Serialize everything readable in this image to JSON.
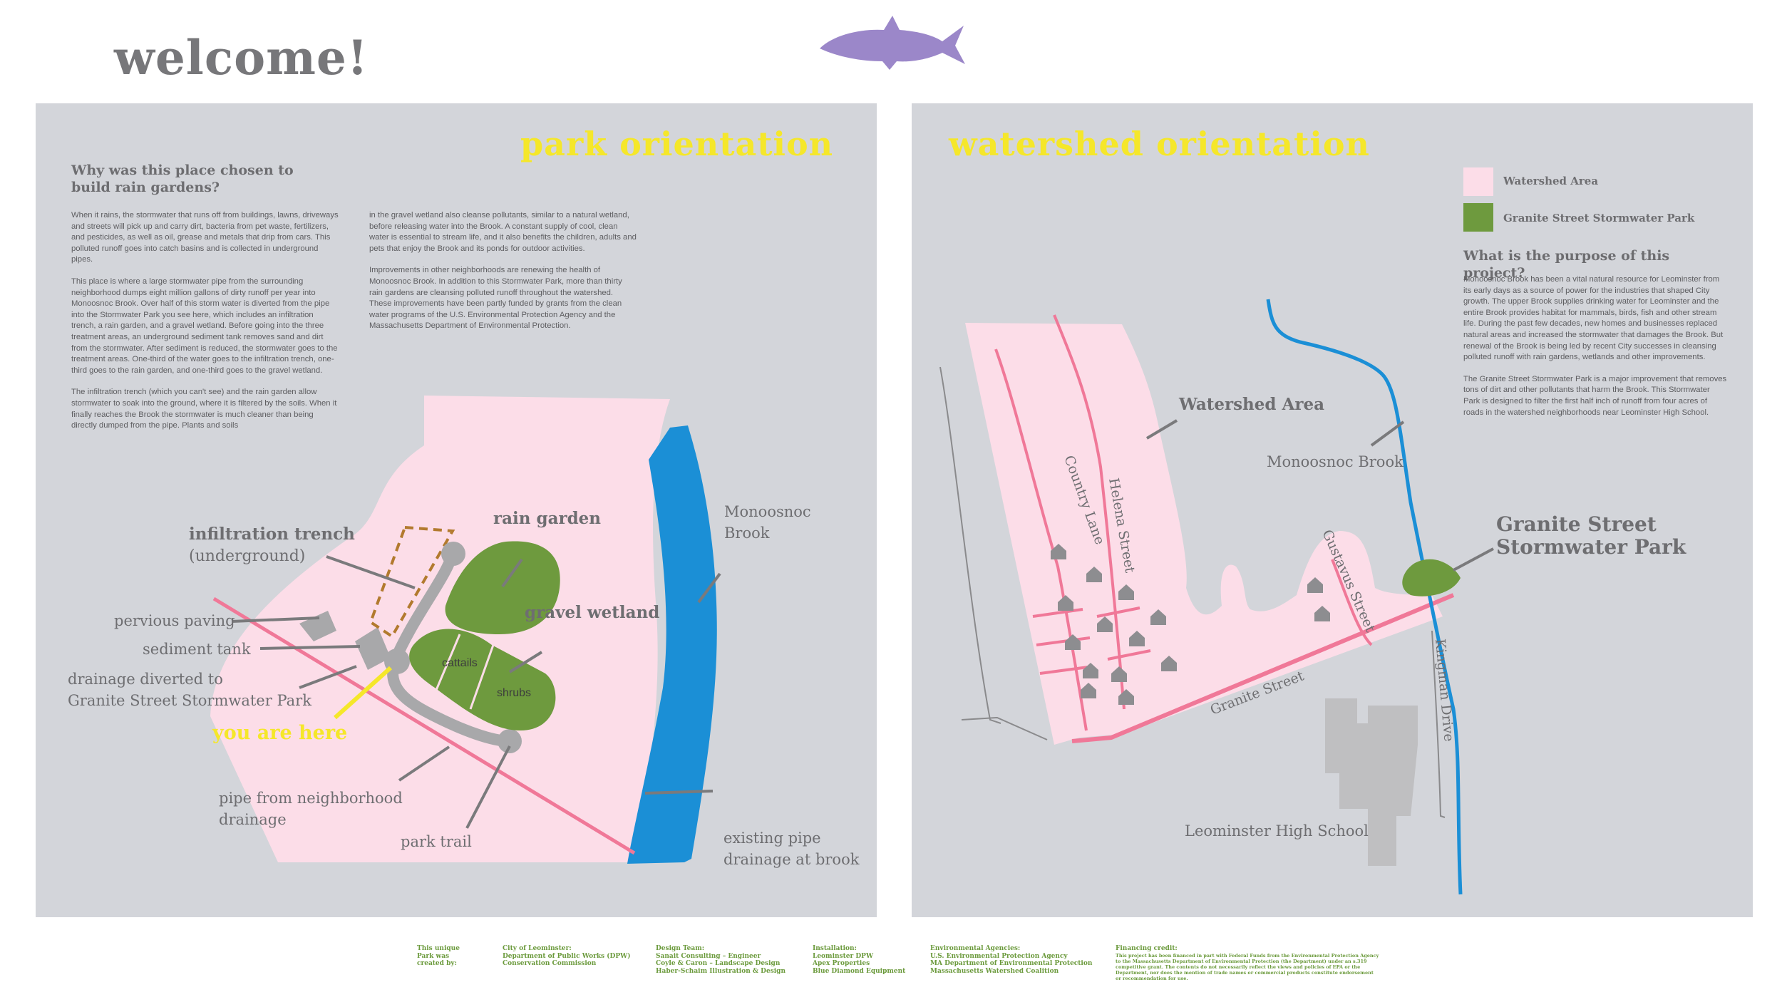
{
  "header": {
    "title": "welcome!",
    "fish_color": "#9b87c9"
  },
  "colors": {
    "panel_bg": "#d3d5da",
    "park_pink": "#fcdde8",
    "green": "#6e9a3e",
    "water_blue": "#1b8fd6",
    "pipe_pink": "#f07898",
    "gray_trail": "#9d9d9f",
    "heading_yellow": "#f5e72a",
    "credit_green": "#6b9a3c"
  },
  "park": {
    "heading": "park orientation",
    "question": "Why was this place chosen to build rain gardens?",
    "col1": [
      "When it rains, the stormwater that runs off from buildings, lawns, driveways and streets will pick up and carry dirt, bacteria from pet waste, fertilizers, and pesticides, as well as oil, grease and metals that drip from cars. This polluted runoff goes into catch basins and is collected in underground pipes.",
      "This place is where a large stormwater pipe from the surrounding neighborhood dumps eight million gallons of dirty runoff per year into Monoosnoc Brook. Over half of this storm water is diverted from the pipe into the Stormwater Park you see here, which includes an infiltration trench, a rain garden, and a gravel wetland. Before going into the three treatment areas, an underground sediment tank removes sand and dirt from the stormwater. After sediment is reduced, the stormwater goes to the treatment areas. One-third of the water goes to the infiltration trench, one-third goes to the rain garden, and one-third goes to the gravel wetland.",
      "The infiltration trench (which you can't see) and the rain garden allow stormwater to soak into the ground, where it is filtered by the soils. When it finally reaches the Brook the stormwater is much cleaner than being directly dumped from the pipe. Plants and soils"
    ],
    "col2": [
      "in the gravel wetland also cleanse pollutants, similar to a natural wetland, before releasing water into the Brook. A constant supply of cool, clean water is essential to stream life, and it also benefits the children, adults and pets that enjoy the Brook and its ponds for outdoor activities.",
      "Improvements in other neighborhoods are renewing the health of Monoosnoc Brook. In addition to this Stormwater Park, more than thirty rain gardens are cleansing polluted runoff throughout the watershed. These improvements have been partly funded by grants from the clean water programs of the U.S. Environmental Protection Agency and the Massachusetts Department of Environmental Protection."
    ],
    "labels": {
      "infiltration_trench": "infiltration trench",
      "underground": "(underground)",
      "rain_garden": "rain garden",
      "gravel_wetland": "gravel wetland",
      "cattails": "cattails",
      "shrubs": "shrubs",
      "pervious_paving": "pervious paving",
      "sediment_tank": "sediment tank",
      "drainage_diverted_1": "drainage diverted to",
      "drainage_diverted_2": "Granite Street Stormwater Park",
      "you_are_here": "you are here",
      "pipe_neighborhood_1": "pipe from neighborhood",
      "pipe_neighborhood_2": "drainage",
      "park_trail": "park trail",
      "existing_pipe_1": "existing pipe",
      "existing_pipe_2": "drainage at brook",
      "brook_1": "Monoosnoc",
      "brook_2": "Brook"
    }
  },
  "watershed": {
    "heading": "watershed orientation",
    "legend": [
      {
        "label": "Watershed Area",
        "color": "#fcdde8"
      },
      {
        "label": "Granite Street Stormwater Park",
        "color": "#6e9a3e"
      }
    ],
    "question": "What is the purpose of this project?",
    "paragraphs": [
      "Monoosnoc Brook has been a vital natural resource for Leominster from its early days as a source of power for the industries that shaped City growth. The upper Brook supplies drinking water for Leominster and the entire Brook provides habitat for mammals, birds, fish and other stream life. During the past few decades, new homes and businesses replaced natural areas and increased the stormwater that damages the Brook. But renewal of the Brook is being led by recent City successes in cleansing polluted runoff with rain gardens, wetlands and other improvements.",
      "The Granite Street Stormwater Park is a major improvement that removes tons of dirt and other pollutants that harm the Brook. This Stormwater Park is designed to filter the first half inch of runoff from four acres of roads in the watershed neighborhoods near Leominster High School."
    ],
    "labels": {
      "watershed_area": "Watershed Area",
      "monoosnoc_brook": "Monoosnoc Brook",
      "park_1": "Granite Street",
      "park_2": "Stormwater Park",
      "country_lane": "Country Lane",
      "helena_street": "Helena Street",
      "gustavus_street": "Gustavus Street",
      "granite_street": "Granite Street",
      "kingman_drive": "Kingman Drive",
      "high_school": "Leominster High School"
    }
  },
  "credits": [
    {
      "heading": "This unique Park was created by:",
      "lines": ""
    },
    {
      "heading": "City of Leominster:",
      "lines": "Department of Public Works (DPW)\nConservation Commission"
    },
    {
      "heading": "Design Team:",
      "lines": "Sanait Consulting – Engineer\nCoyle & Caron – Landscape Design\nHaber-Schaim Illustration & Design"
    },
    {
      "heading": "Installation:",
      "lines": "Leominster DPW\nApex Properties\nBlue Diamond Equipment"
    },
    {
      "heading": "Environmental Agencies:",
      "lines": "U.S. Environmental Protection Agency\nMA Department of Environmental Protection\nMassachusetts Watershed Coalition"
    },
    {
      "heading": "Financing credit:",
      "lines": "This project has been financed in part with Federal Funds from the Environmental Protection Agency to the Massachusetts Department of Environmental Protection (the Department) under an s.319 competitive grant. The contents do not necessarily reflect the views and policies of EPA or the Department, nor does the mention of trade names or commercial products constitute endorsement or recommendation for use."
    }
  ]
}
